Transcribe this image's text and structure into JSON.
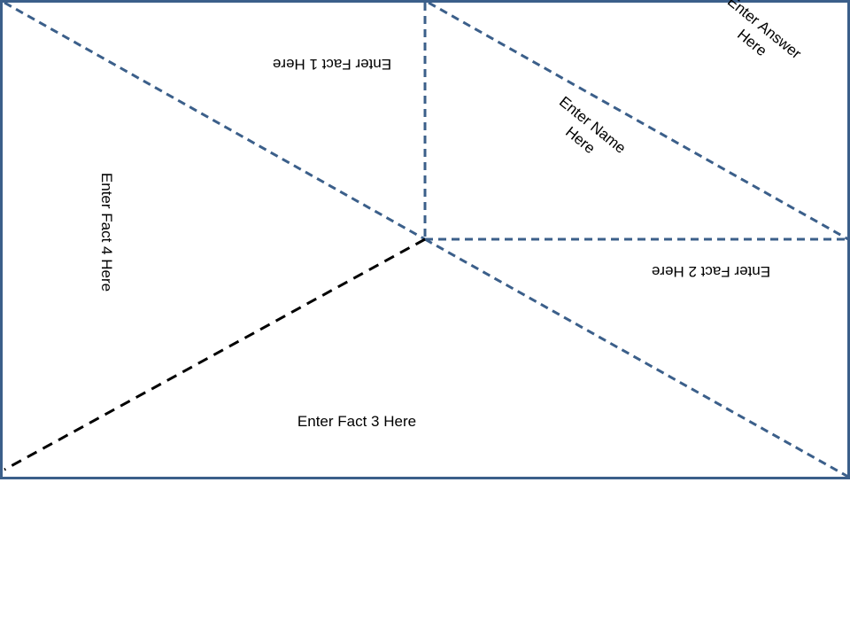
{
  "labels": {
    "fact1": "Enter Fact 1 Here",
    "fact2": "Enter Fact 2 Here",
    "fact3": "Enter Fact 3 Here",
    "fact4": "Enter Fact 4 Here",
    "name": "Enter Name Here",
    "answer": "Enter Answer Here"
  },
  "colors": {
    "border": "#3b5f8a",
    "dashed_blue": "#3b5f8a",
    "dashed_black": "#000000",
    "background": "#ffffff"
  }
}
